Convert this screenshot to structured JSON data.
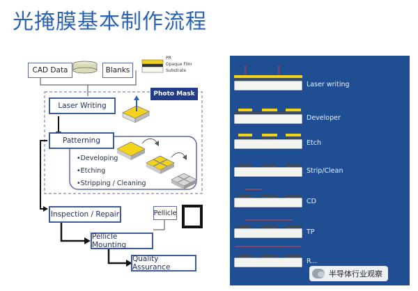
{
  "title": "光掩膜基本制作流程",
  "legend": {
    "pr": "PR",
    "opaque": "Opaque Film",
    "substrate": "Substrate"
  },
  "left": {
    "cad": "CAD Data",
    "blanks": "Blanks",
    "photo_mask": "Photo Mask",
    "laser_writing": "Laser Writing",
    "patterning": "Patterning",
    "sub_developing": "•Developing",
    "sub_etching": "•Etching",
    "sub_stripping": "•Stripping / Cleaning",
    "inspection": "Inspection / Repair",
    "pellicle": "Pellicle",
    "pellicle_mounting": "Pellicle Mounting",
    "quality": "Quality Assurance"
  },
  "steps": [
    {
      "label": "Laser writing"
    },
    {
      "label": "Developer"
    },
    {
      "label": "Etch"
    },
    {
      "label": "Strip/Clean"
    },
    {
      "label": "CD"
    },
    {
      "label": "TP"
    },
    {
      "label": "R..."
    }
  ],
  "watermark": "半导体行业观察",
  "colors": {
    "title": "#2a63b4",
    "panel": "#1f4f92",
    "pr": "#f2d21b",
    "chrome": "#3b4a5c",
    "substrate": "#f4f4f0"
  }
}
